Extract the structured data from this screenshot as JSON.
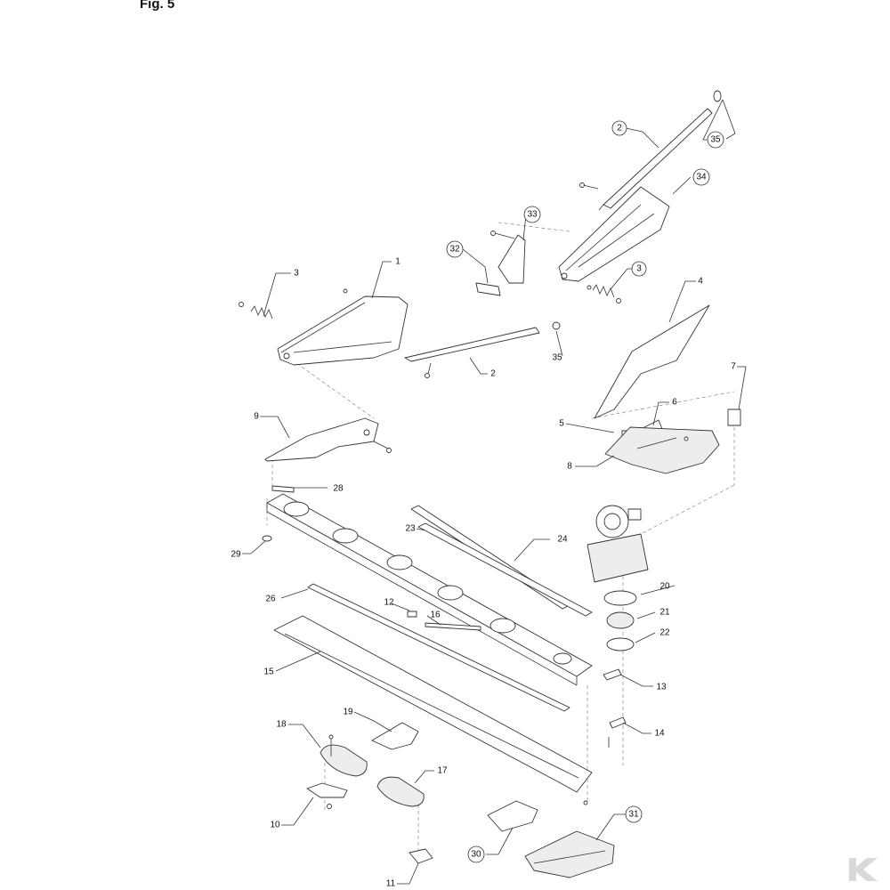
{
  "figure": {
    "title": "Fig. 5"
  },
  "callouts": {
    "c1": "1",
    "c2a": "2",
    "c2b": "2",
    "c3a": "3",
    "c3b": "3",
    "c4": "4",
    "c5": "5",
    "c6": "6",
    "c7": "7",
    "c8": "8",
    "c9": "9",
    "c10": "10",
    "c11": "11",
    "c12": "12",
    "c13": "13",
    "c14": "14",
    "c15": "15",
    "c16": "16",
    "c17": "17",
    "c18": "18",
    "c19": "19",
    "c20": "20",
    "c21": "21",
    "c22": "22",
    "c23": "23",
    "c24": "24",
    "c26": "26",
    "c28": "28",
    "c29": "29",
    "c30": "30",
    "c31": "31",
    "c32": "32",
    "c33": "33",
    "c34": "34",
    "c35a": "35",
    "c35b": "35"
  },
  "colors": {
    "line": "#333333",
    "logo": "#d9d9d9"
  },
  "logo": {
    "icon": "brand-k-logo-icon"
  }
}
